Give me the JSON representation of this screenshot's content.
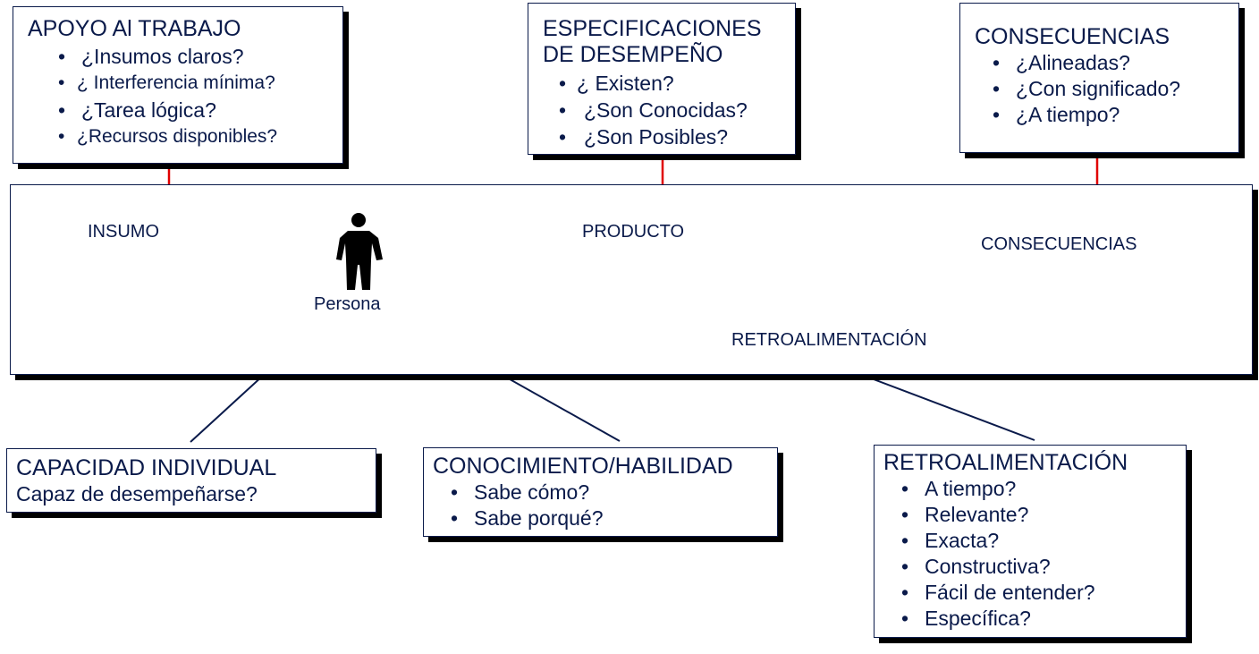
{
  "boxes": {
    "apoyo": {
      "title": "APOYO Al TRABAJO",
      "items": [
        "¿Insumos claros?",
        "¿ Interferencia mínima?",
        "¿Tarea lógica?",
        "¿Recursos disponibles?"
      ]
    },
    "especificaciones": {
      "title": "ESPECIFICACIONES\nDE DESEMPEÑO",
      "items": [
        "¿ Existen?",
        "¿Son Conocidas?",
        "¿Son Posibles?"
      ]
    },
    "consecuencias": {
      "title": "CONSECUENCIAS",
      "items": [
        "¿Alineadas?",
        "¿Con significado?",
        "¿A tiempo?"
      ]
    },
    "capacidad": {
      "title": "CAPACIDAD INDIVIDUAL",
      "subtitle": "Capaz de desempeñarse?"
    },
    "conocimiento": {
      "title": "CONOCIMIENTO/HABILIDAD",
      "items": [
        "Sabe cómo?",
        "Sabe porqué?"
      ]
    },
    "retro": {
      "title": "RETROALIMENTACIÓN",
      "items": [
        "A tiempo?",
        "Relevante?",
        "Exacta?",
        "Constructiva?",
        "Fácil de entender?",
        "Específica?"
      ]
    }
  },
  "flow": {
    "insumo": "INSUMO",
    "persona": "Persona",
    "producto": "PRODUCTO",
    "consecuencias": "CONSECUENCIAS",
    "retroalimentacion": "RETROALIMENTACIÓN"
  },
  "bullet": "•",
  "colors": {
    "navy": "#0a1a4a",
    "connector_red": "#e00000",
    "shadow": "#000000"
  },
  "icons": {
    "person": "person-icon"
  }
}
